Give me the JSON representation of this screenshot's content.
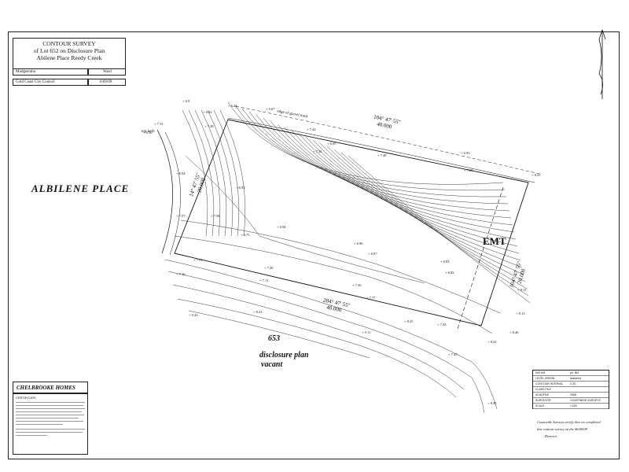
{
  "title_block": {
    "line1": "CONTOUR SURVEY",
    "line2": "of Lot 652 on Disclosure Plan",
    "line3": "Abilene Place Reedy Creek"
  },
  "details": {
    "parish": "Mudgeeraba",
    "county": "Ward",
    "local_authority": "Gold Coast City Council",
    "date": "6/09/09"
  },
  "street_name": "ALBILENE  PLACE",
  "easement_label": "EMT",
  "lot": {
    "number": "653",
    "line1": "disclosure plan",
    "line2": "vacant"
  },
  "bearings": {
    "top": "104° 47' 55\"",
    "top_dist": "40.000",
    "left": "14° 47' 55\"",
    "left_dist": "20.000",
    "bottom": "284° 47' 55\"",
    "bottom_dist": "40.000",
    "right": "104° 47' 55\"",
    "right_dist": "20.000"
  },
  "annotations": {
    "gravel": "edge of gravel track",
    "top_kerb": "top kerb"
  },
  "company": "CHELBROOKE HOMES",
  "certificate_head": "CERTIFICATE",
  "info_table": [
    {
      "k": "DATUM",
      "v": "ph. BM"
    },
    {
      "k": "LEVEL ORIGIN",
      "v": "assumed"
    },
    {
      "k": "CONTOUR INTERVAL",
      "v": "0.25"
    },
    {
      "k": "CLASS FILE",
      "v": ""
    },
    {
      "k": "ACADFILE",
      "v": "2558"
    },
    {
      "k": "SURVEYOR",
      "v": "COASTWIDE SURVEYS"
    },
    {
      "k": "SCALE",
      "v": "1:200"
    }
  ],
  "note": {
    "line1": "Coastwide Surveys certify that we completed",
    "line2": "this contour survey on the 06/09/09",
    "line3": "Director"
  },
  "spot_levels": [
    "6.9",
    "6.92",
    "5.67",
    "6.22",
    "7.15",
    "6.36",
    "7.28",
    "7.42",
    "6.05",
    "7.35",
    "7.49",
    "7.00",
    "6.93",
    "6.94",
    "6.95",
    "7.58",
    "7.57",
    "6.75",
    "6.94",
    "6.96",
    "6.97",
    "6.83",
    "6.82",
    "7.20",
    "7.51",
    "7.16",
    "7.11",
    "7.36",
    "7.77",
    "8.25",
    "7.43",
    "7.45",
    "8.22",
    "8.46",
    "8.45",
    "8.13",
    "8.13",
    "8.41",
    "9.43",
    "9.11",
    "8.21"
  ]
}
